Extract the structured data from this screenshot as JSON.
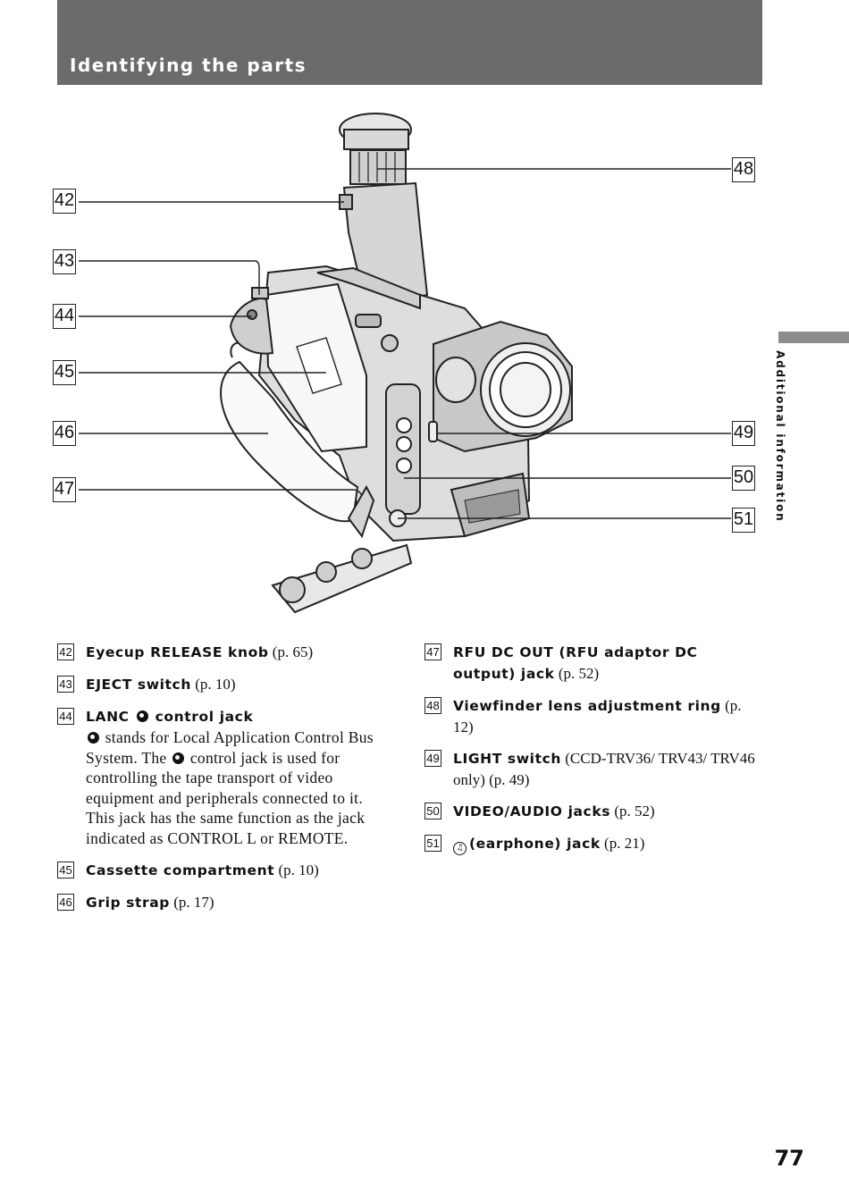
{
  "header": {
    "title": "Identifying the parts"
  },
  "side_tab": {
    "label": "Additional information"
  },
  "page_number": "77",
  "callouts": [
    "42",
    "43",
    "44",
    "45",
    "46",
    "47",
    "48",
    "49",
    "50",
    "51"
  ],
  "items_left": [
    {
      "num": "42",
      "title": "Eyecup RELEASE knob",
      "ref": "(p. 65)"
    },
    {
      "num": "43",
      "title": "EJECT switch",
      "ref": "(p. 10)"
    },
    {
      "num": "44",
      "title_before": "LANC",
      "title_after": "control jack",
      "body_after_glyph": "stands for Local Application Control Bus System.  The",
      "body_rest": "control jack is used for controlling the tape transport of video equipment and peripherals connected to it.  This jack has the same function as the jack indicated as CONTROL L or REMOTE."
    },
    {
      "num": "45",
      "title": "Cassette compartment",
      "ref": "(p. 10)"
    },
    {
      "num": "46",
      "title": "Grip strap",
      "ref": "(p. 17)"
    }
  ],
  "items_right": [
    {
      "num": "47",
      "title": "RFU DC OUT (RFU adaptor DC output) jack",
      "ref": "(p. 52)"
    },
    {
      "num": "48",
      "title": "Viewfinder lens adjustment ring",
      "ref": "(p. 12)"
    },
    {
      "num": "49",
      "title": "LIGHT switch",
      "ref": "(CCD-TRV36/ TRV43/ TRV46 only) (p. 49)"
    },
    {
      "num": "50",
      "title": "VIDEO/AUDIO jacks",
      "ref": "(p. 52)"
    },
    {
      "num": "51",
      "title": "(earphone) jack",
      "ref": "(p. 21)"
    }
  ]
}
